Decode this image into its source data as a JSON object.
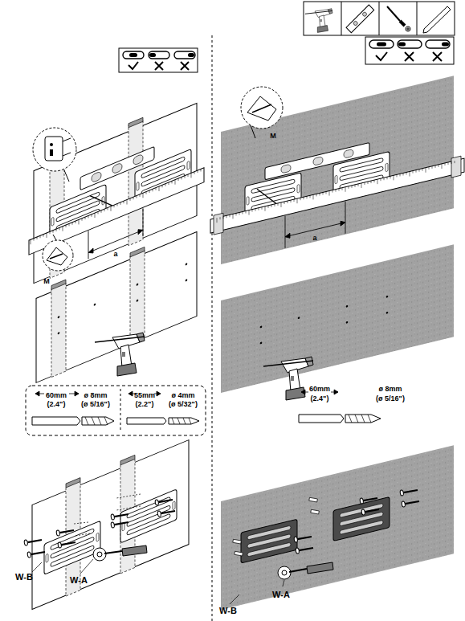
{
  "diagram": {
    "labels": [
      "a",
      "M",
      "60mm",
      "(2.4\")",
      "ø 8mm",
      "(ø 5/16\")",
      "55mm",
      "(2.2\")",
      "ø 4mm",
      "(ø 5/32\")",
      "W-B",
      "W-A",
      "M",
      "a",
      "60mm",
      "(2.4\")",
      "ø 8mm",
      "(ø 5/16\")",
      "W-A",
      "W-B"
    ]
  }
}
